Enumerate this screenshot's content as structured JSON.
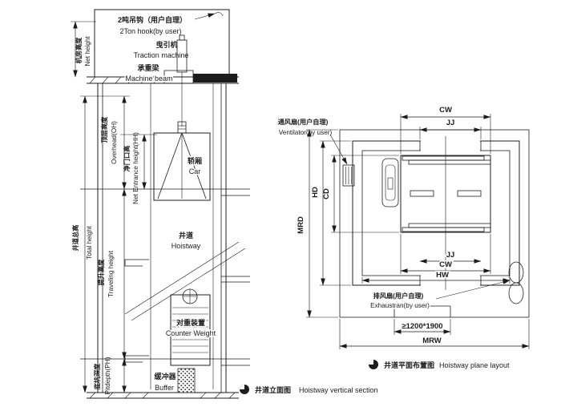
{
  "colors": {
    "ink": "#1c1c1c",
    "background": "#ffffff"
  },
  "vertical_section": {
    "machine_room": {
      "hook_zh": "2吨吊钩（用户自理）",
      "hook_en": "2Ton hook(by user)",
      "traction_zh": "曳引机",
      "traction_en": "Traction machine",
      "beam_zh": "承重梁",
      "beam_en": "Machine beam"
    },
    "dims": {
      "net_height_zh": "机房高度",
      "net_height_en": "Net height",
      "overhead_zh": "顶层高度",
      "overhead_en": "Overhead(OH)",
      "entrance_zh": "净门口高",
      "entrance_en": "Net Entrance height(HH)",
      "total_zh": "井道总高",
      "total_en": "Total height",
      "traveling_zh": "提升高度",
      "traveling_en": "Traveling height",
      "pit_zh": "底坑深度",
      "pit_en": "Pitdepth(PH)"
    },
    "labels": {
      "car_zh": "轿厢",
      "car_en": "Car",
      "hoistway_zh": "井道",
      "hoistway_en": "Hoistway",
      "counterweight_zh": "对重装置",
      "counterweight_en": "Counter Weight",
      "buffer_zh": "缓冲器",
      "buffer_en": "Buffer"
    },
    "caption_zh": "井道立面图",
    "caption_en": "Hoistway vertical section"
  },
  "plane_layout": {
    "labels": {
      "ventilator_zh": "通风扇(用户自理)",
      "ventilator_en": "Ventilator(by user)",
      "exhaust_zh": "排风扇(用户自理)",
      "exhaust_en": "Exhaustran(by user)"
    },
    "dims": {
      "cw_top": "CW",
      "jj_top": "JJ",
      "jj_bottom": "JJ",
      "cw_bottom": "CW",
      "hw": "HW",
      "door_min": "≥1200*1900",
      "mrw": "MRW",
      "mrd": "MRD",
      "hd": "HD",
      "cd": "CD"
    },
    "caption_zh": "井道平面布置图",
    "caption_en": "Hoistway plane layout"
  }
}
